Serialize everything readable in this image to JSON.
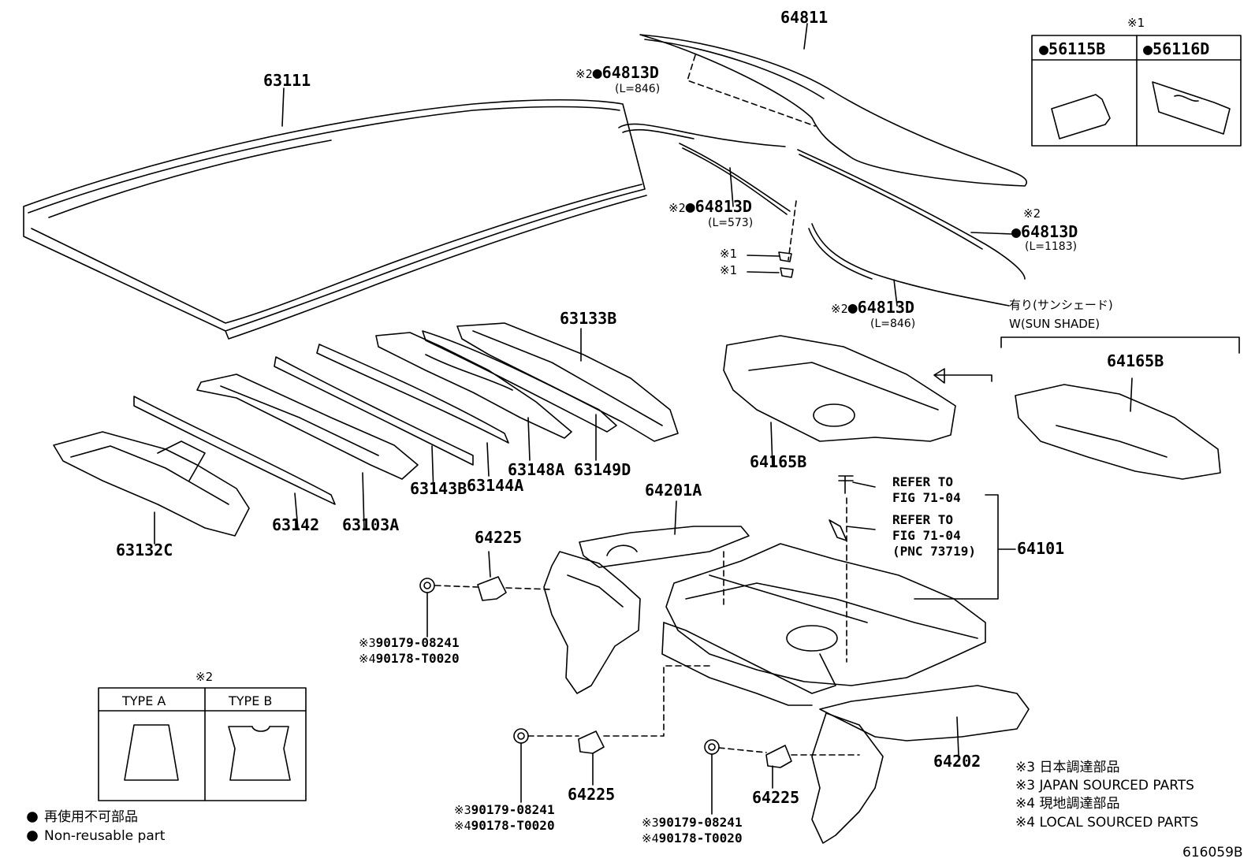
{
  "diagram_id": "616059B",
  "marks": {
    "bullet": "●",
    "note1": "※1",
    "note2": "※2",
    "note3": "※3",
    "note4": "※4"
  },
  "parts": {
    "p63111": "63111",
    "p64811": "64811",
    "p64813D": "64813D",
    "len846a": "(L=846)",
    "len573": "(L=573)",
    "len1183": "(L=1183)",
    "len846b": "(L=846)",
    "p63133B": "63133B",
    "p63132C": "63132C",
    "p63142": "63142",
    "p63103A": "63103A",
    "p63143B": "63143B",
    "p63144A": "63144A",
    "p63148A": "63148A",
    "p63149D": "63149D",
    "p64165B": "64165B",
    "p64201A": "64201A",
    "p64225": "64225",
    "p64101": "64101",
    "p64202": "64202",
    "p56115B": "56115B",
    "p56116D": "56116D",
    "bolt1": "90179-08241",
    "bolt2": "90178-T0020"
  },
  "refer": {
    "line1a": "REFER TO",
    "line1b": "FIG 71-04",
    "line2a": "REFER TO",
    "line2b": "FIG 71-04",
    "line2c": "(PNC 73719)"
  },
  "sunshade": {
    "jp": "有り(サンシェード)",
    "en": "W(SUN SHADE)"
  },
  "types": {
    "header": "※2",
    "a": "TYPE A",
    "b": "TYPE B"
  },
  "legend": {
    "nonreuse_jp": "再使用不可部品",
    "nonreuse_en": "Non-reusable part",
    "n3_jp": "※3 日本調達部品",
    "n3_en": "※3 JAPAN SOURCED PARTS",
    "n4_jp": "※4 現地調達部品",
    "n4_en": "※4 LOCAL SOURCED PARTS"
  }
}
